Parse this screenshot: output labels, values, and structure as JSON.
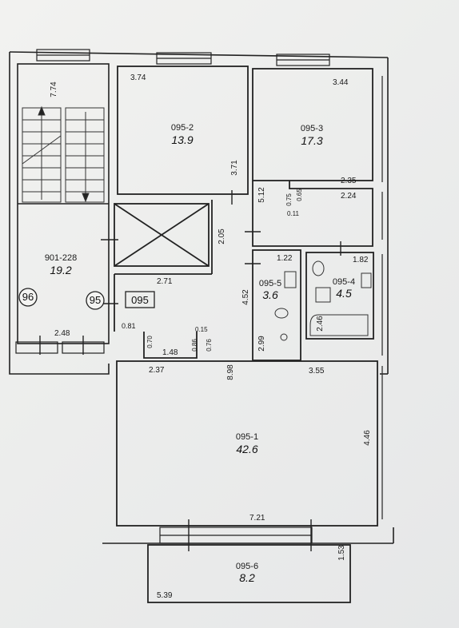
{
  "rooms": {
    "room_095_2": {
      "code": "095-2",
      "area": "13.9"
    },
    "room_095_3": {
      "code": "095-3",
      "area": "17.3"
    },
    "room_901_228": {
      "code": "901-228",
      "area": "19.2"
    },
    "room_095_5": {
      "code": "095-5",
      "area": "3.6"
    },
    "room_095_4": {
      "code": "095-4",
      "area": "4.5"
    },
    "room_095_1": {
      "code": "095-1",
      "area": "42.6"
    },
    "room_095_6": {
      "code": "095-6",
      "area": "8.2"
    }
  },
  "apartment_label": "095",
  "axis_markers": [
    "96",
    "95"
  ],
  "dimensions": {
    "d_774": "7.74",
    "d_374": "3.74",
    "d_344": "3.44",
    "d_371": "3.71",
    "d_235": "2.35",
    "d_224": "2.24",
    "d_512": "5.12",
    "d_075a": "0.75",
    "d_065": "0.65",
    "d_011": "0.11",
    "d_205": "2.05",
    "d_271": "2.71",
    "d_452": "4.52",
    "d_122": "1.22",
    "d_182": "1.82",
    "d_246": "2.46",
    "d_299": "2.99",
    "d_248": "2.48",
    "d_081": "0.81",
    "d_015": "0.15",
    "d_070": "0.70",
    "d_148": "1.48",
    "d_086": "0.86",
    "d_076": "0.76",
    "d_237": "2.37",
    "d_898": "8.98",
    "d_355": "3.55",
    "d_446": "4.46",
    "d_721": "7.21",
    "d_153": "1.53",
    "d_539": "5.39"
  }
}
